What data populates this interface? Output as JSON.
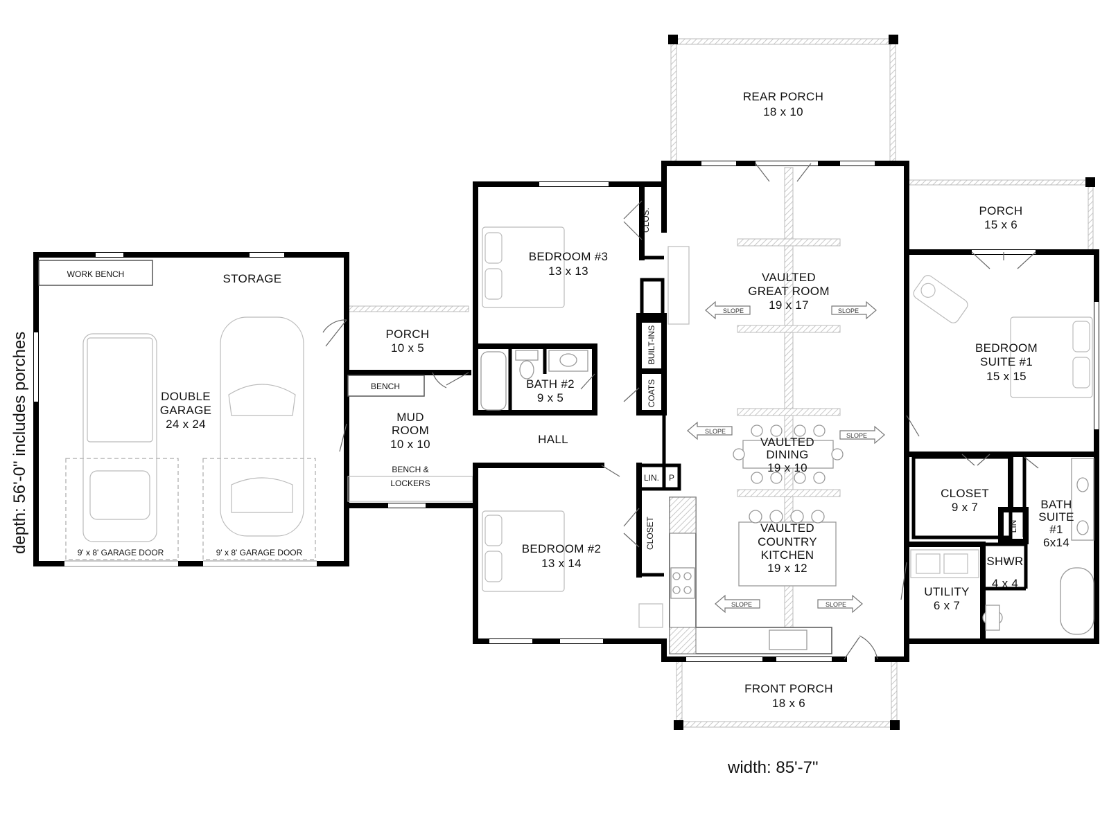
{
  "dimensions": {
    "width_label": "width: 85'-7\"",
    "depth_label": "depth: 56'-0\" includes porches"
  },
  "rooms": {
    "rear_porch": {
      "name": "REAR PORCH",
      "size": "18 x 10"
    },
    "porch_right": {
      "name": "PORCH",
      "size": "15 x 6"
    },
    "porch_mid": {
      "name": "PORCH",
      "size": "10 x 5"
    },
    "front_porch": {
      "name": "FRONT PORCH",
      "size": "18 x 6"
    },
    "garage": {
      "line1": "DOUBLE",
      "line2": "GARAGE",
      "size": "24 x 24"
    },
    "work_bench": "WORK BENCH",
    "storage": "STORAGE",
    "garage_door_1": "9' x 8' GARAGE DOOR",
    "garage_door_2": "9' x 8' GARAGE DOOR",
    "bench": "BENCH",
    "bench_lockers_1": "BENCH &",
    "bench_lockers_2": "LOCKERS",
    "mud_room": {
      "line1": "MUD",
      "line2": "ROOM",
      "size": "10 x 10"
    },
    "hall": "HALL",
    "bedroom3": {
      "name": "BEDROOM #3",
      "size": "13 x 13"
    },
    "bath2": {
      "name": "BATH #2",
      "size": "9 x 5"
    },
    "bedroom2": {
      "name": "BEDROOM #2",
      "size": "13 x 14"
    },
    "clos": "CLOS.",
    "built_ins": "BUILT-INS",
    "coats": "COATS",
    "lin": "LIN.",
    "pantry": "P",
    "closet_small": "CLOSET",
    "great_room": {
      "line1": "VAULTED",
      "line2": "GREAT ROOM",
      "size": "19 x 17"
    },
    "dining": {
      "line1": "VAULTED",
      "line2": "DINING",
      "size": "19 x 10"
    },
    "kitchen": {
      "line1": "VAULTED",
      "line2": "COUNTRY",
      "line3": "KITCHEN",
      "size": "19 x 12"
    },
    "bedroom_suite": {
      "line1": "BEDROOM",
      "line2": "SUITE #1",
      "size": "15 x 15"
    },
    "closet_master": {
      "name": "CLOSET",
      "size": "9 x 7"
    },
    "bath_suite": {
      "line1": "BATH",
      "line2": "SUITE",
      "line3": "#1",
      "size": "6x14"
    },
    "lin_master": "LIN",
    "shower": {
      "name": "SHWR",
      "size": "4 x 4"
    },
    "utility": {
      "name": "UTILITY",
      "size": "6 x 7"
    }
  },
  "slope_label": "SLOPE"
}
